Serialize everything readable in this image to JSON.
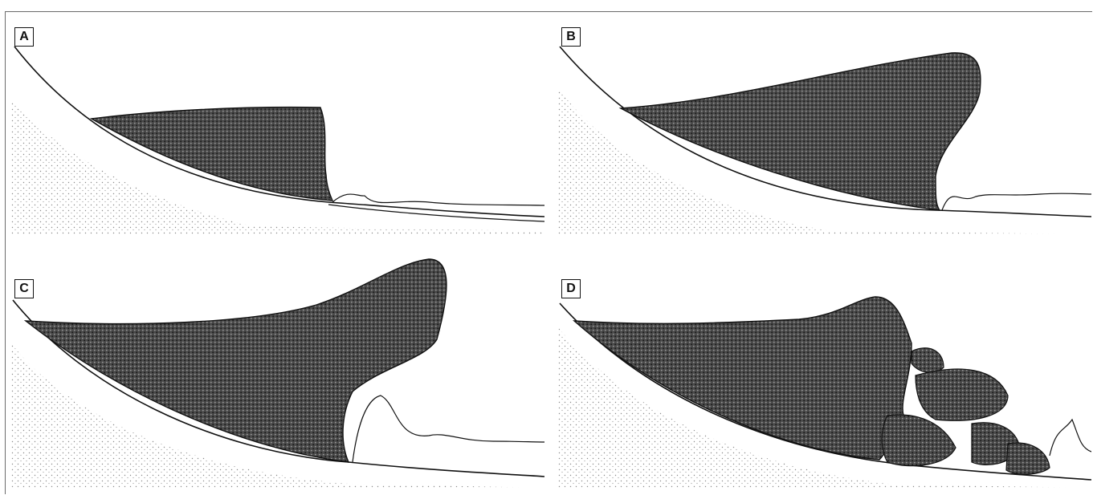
{
  "figure": {
    "panels": [
      {
        "label": "A"
      },
      {
        "label": "B"
      },
      {
        "label": "C"
      },
      {
        "label": "D"
      }
    ],
    "colors": {
      "ink": "#111111",
      "ice": "#2b2b2b",
      "bed": "#8a8a8a",
      "line": "#1a1a1a"
    }
  }
}
